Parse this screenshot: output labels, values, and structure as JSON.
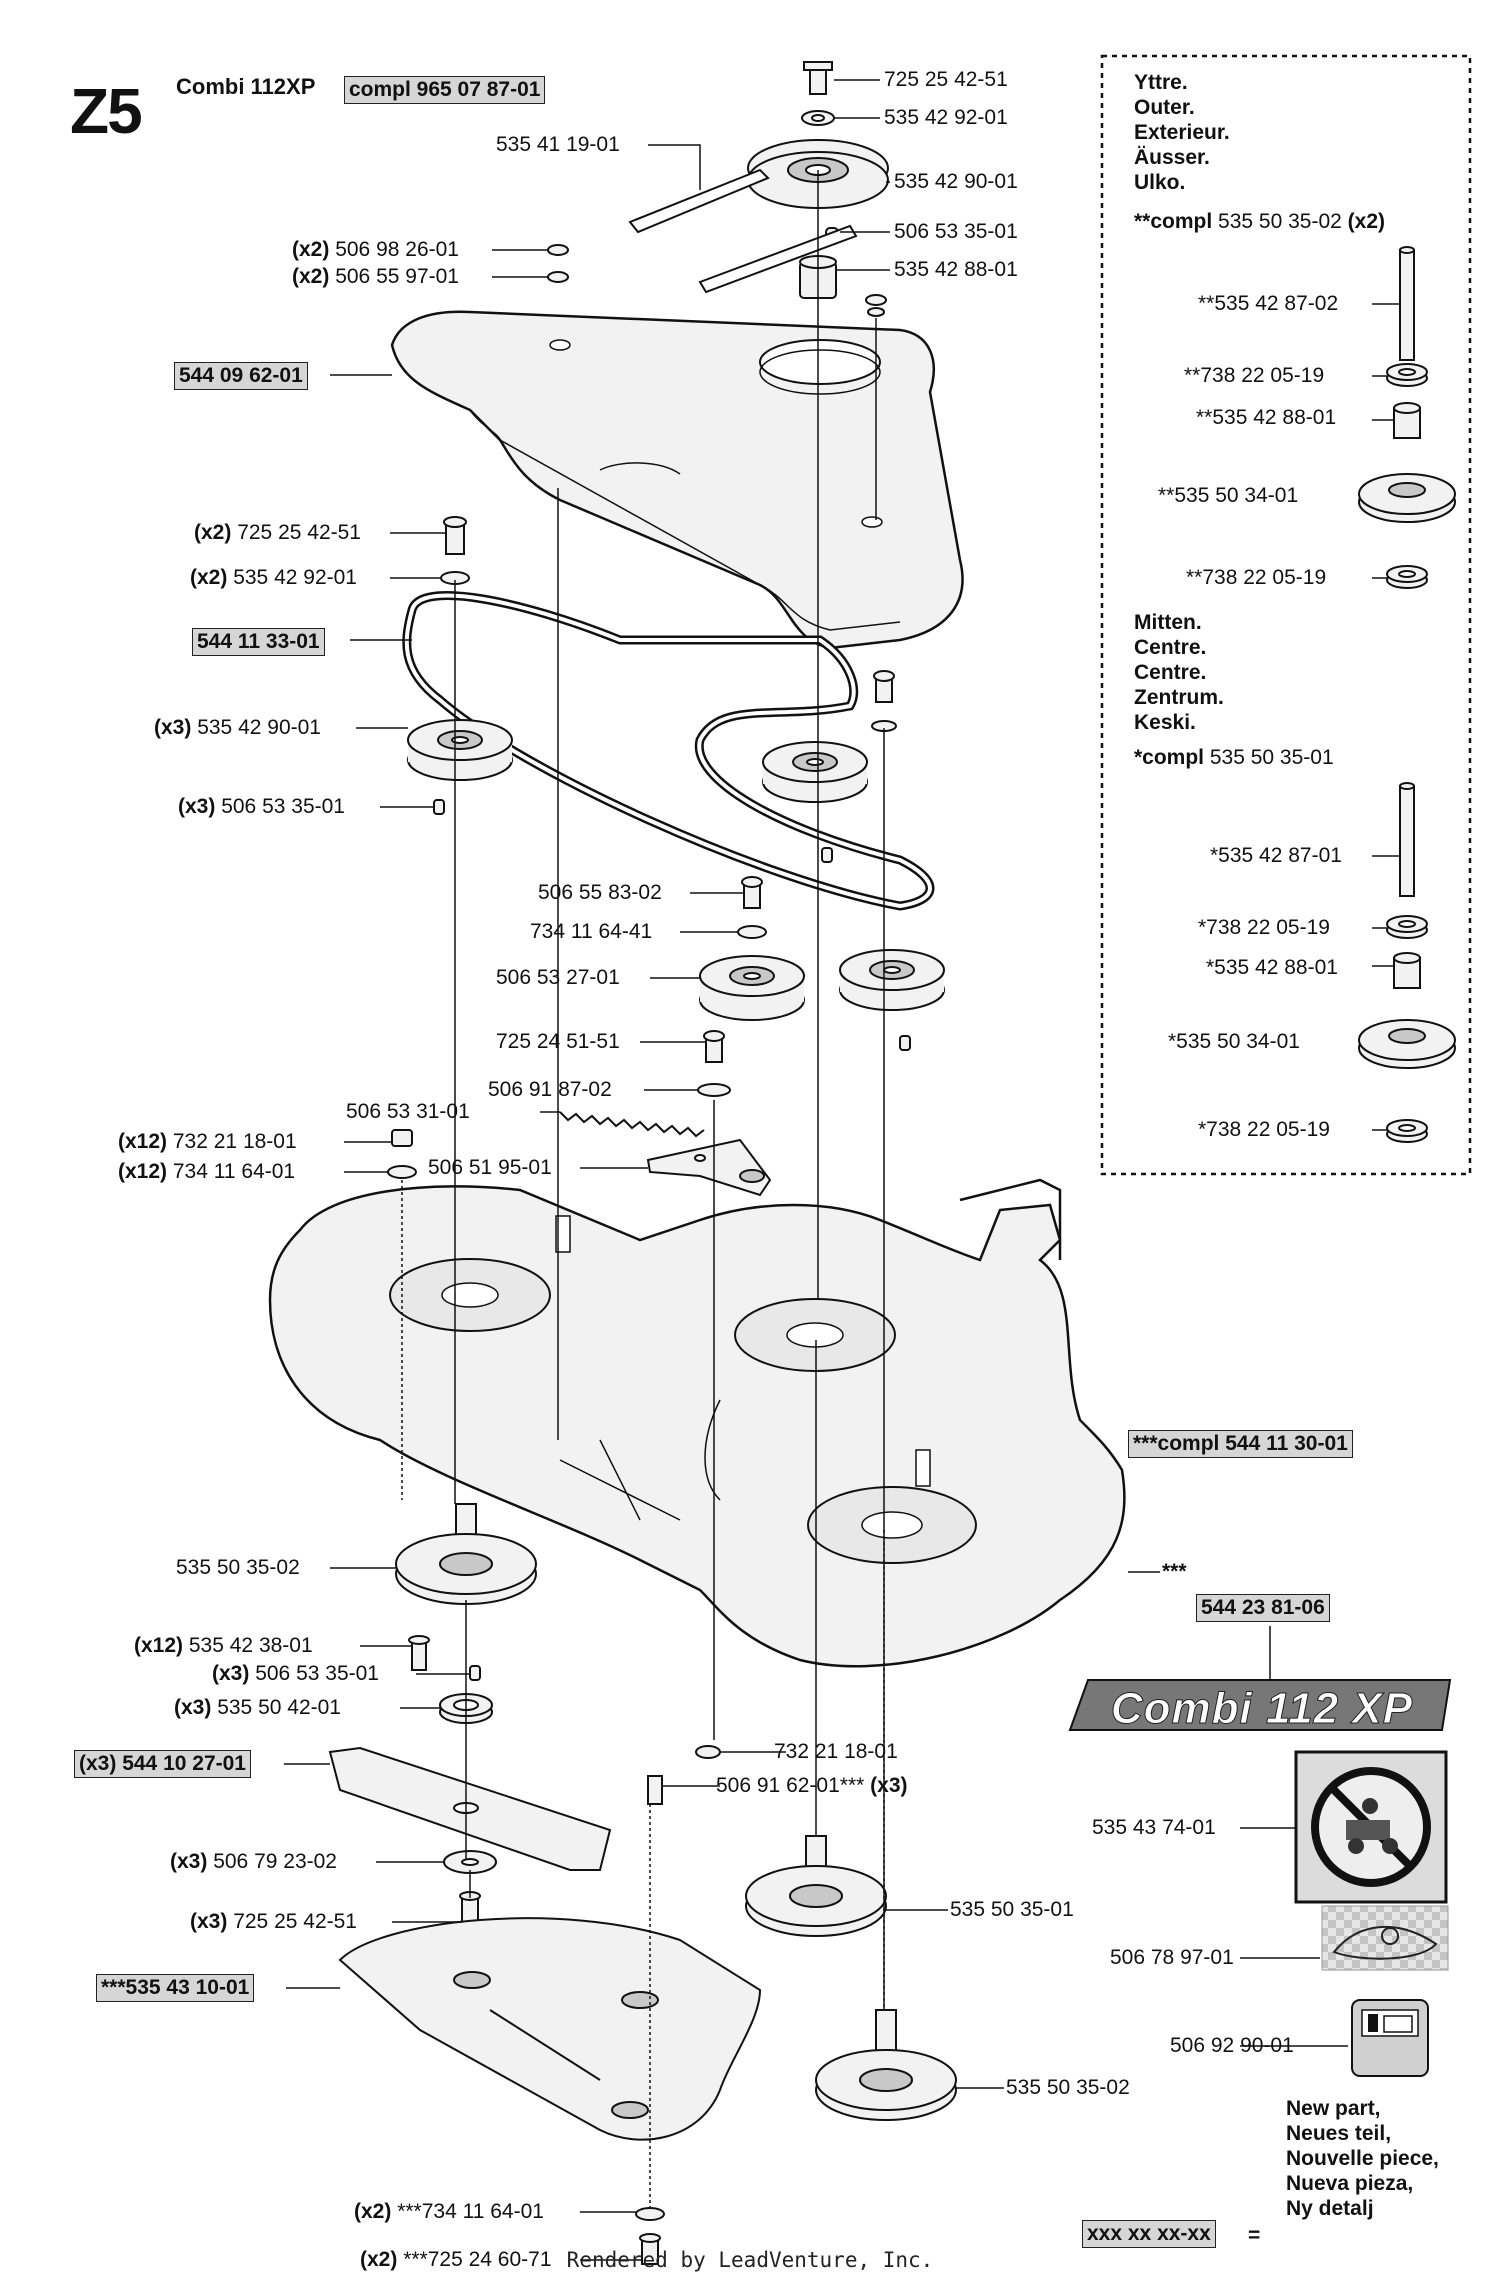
{
  "header": {
    "figure_code": "Z5",
    "model": "Combi 112XP",
    "compl_part": "compl 965 07 87-01"
  },
  "callouts": {
    "top_bolt": "725 25 42-51",
    "top_washer": "535 42 92-01",
    "top_belt": "535 41 19-01",
    "top_pulley": "535 42 90-01",
    "top_key": "506 53 35-01",
    "top_spacer": "535 42 88-01",
    "cover_screw": "506 98 26-01",
    "cover_washer": "506 55 97-01",
    "cover": "544 09 62-01",
    "idler_bolt": "725 25 42-51",
    "idler_washer": "535 42 92-01",
    "belt": "544 11 33-01",
    "pulley": "535 42 90-01",
    "pulley_key": "506 53 35-01",
    "tens_bolt": "506 55 83-02",
    "tens_washer": "734 11 64-41",
    "tens_pulley": "506 53 27-01",
    "arm_bolt": "725 24 51-51",
    "arm_washer": "506 91 87-02",
    "spring": "506 53 31-01",
    "arm": "506 51 95-01",
    "deck_nut": "732 21 18-01",
    "deck_washer": "734 11 64-01",
    "spindle_left": "535 50 35-02",
    "spindle_bolt": "535 42 38-01",
    "spindle_key": "506 53 35-01",
    "spindle_bearing": "535 50 42-01",
    "blade": "544 10 27-01",
    "blade_washer": "506 79 23-02",
    "blade_bolt": "725 25 42-51",
    "guard": "535 43 10-01",
    "guard_washer": "734 11 64-01",
    "guard_bolt": "725 24 60-71",
    "lower_nut": "732 21 18-01",
    "lower_spacer": "506 91 62-01",
    "spindle_center": "535 50 35-01",
    "spindle_right": "535 50 35-02",
    "deck_compl": "compl 544 11 30-01",
    "deck_star": "***",
    "decal": "544 23 81-06",
    "warning_decal": "535 43 74-01",
    "belt_decal": "506 78 97-01",
    "ce_decal": "506 92 90-01"
  },
  "qty": {
    "x2": "(x2)",
    "x3": "(x3)",
    "x12": "(x12)",
    "triple_star": "***"
  },
  "legend": {
    "outer_words": "Yttre.\nOuter.\nExterieur.\nÄusser.\nUlko.",
    "outer_compl_prefix": "**compl",
    "outer_compl_part": "535 50 35-02",
    "outer_compl_qty": "(x2)",
    "outer_items": [
      "**535 42 87-02",
      "**738 22 05-19",
      "**535 42 88-01",
      "**535 50 34-01",
      "**738 22 05-19"
    ],
    "middle_words": "Mitten.\nCentre.\nCentre.\nZentrum.\nKeski.",
    "middle_compl_prefix": "*compl",
    "middle_compl_part": "535 50 35-01",
    "middle_items": [
      "*535 42 87-01",
      "*738 22 05-19",
      "*535 42 88-01",
      "*535 50 34-01",
      "*738 22 05-19"
    ]
  },
  "logo_text": "Combi 112 XP",
  "new_part": {
    "placeholder": "xxx xx xx-xx",
    "equals": "=",
    "text": "New part,\nNeues teil,\nNouvelle piece,\nNueva pieza,\nNy detalj"
  },
  "footer": "Rendered by LeadVenture, Inc.",
  "colors": {
    "box_fill": "#d6d6d6",
    "line": "#111111",
    "part_fill": "#f2f2f2",
    "part_shade": "#c8c8c8"
  }
}
